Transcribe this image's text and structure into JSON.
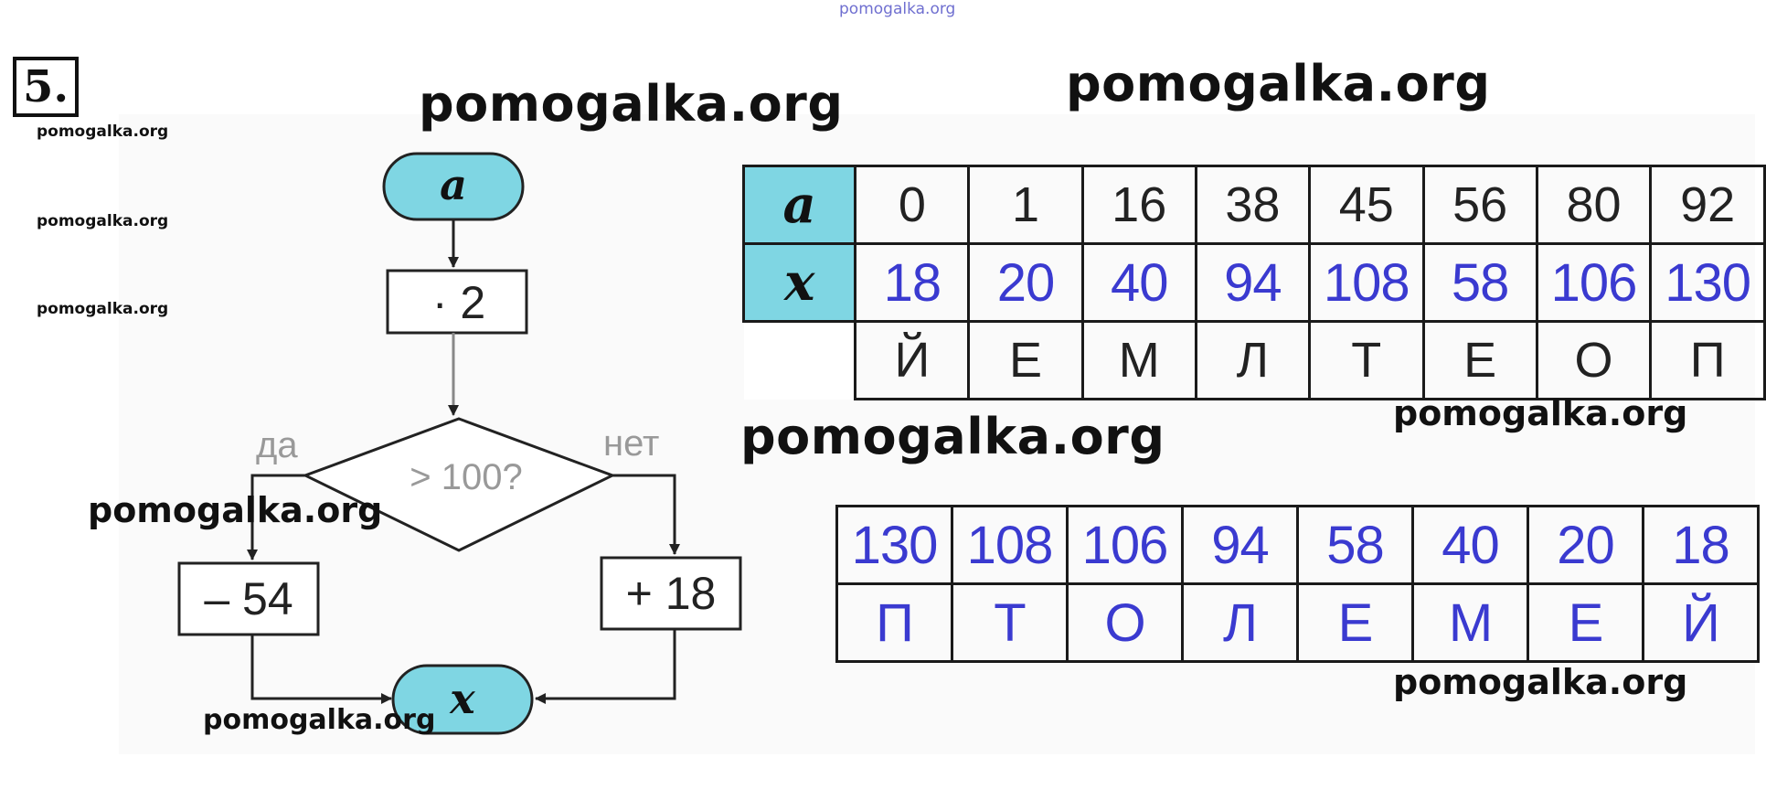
{
  "watermark": "pomogalka.org",
  "problem_number": "5.",
  "flowchart": {
    "start_label": "a",
    "step_multiply": "· 2",
    "decision": "> 100?",
    "yes_label": "да",
    "no_label": "нет",
    "yes_step": "– 54",
    "no_step": "+ 18",
    "end_label": "x",
    "fill_color": "#7fd6e3"
  },
  "table_a": {
    "row_a_header": "a",
    "row_x_header": "x",
    "a_values": [
      "0",
      "1",
      "16",
      "38",
      "45",
      "56",
      "80",
      "92"
    ],
    "x_values": [
      "18",
      "20",
      "40",
      "94",
      "108",
      "58",
      "106",
      "130"
    ],
    "letters": [
      "Й",
      "Е",
      "М",
      "Л",
      "Т",
      "Е",
      "О",
      "П"
    ]
  },
  "table_b": {
    "values": [
      "130",
      "108",
      "106",
      "94",
      "58",
      "40",
      "20",
      "18"
    ],
    "letters": [
      "П",
      "Т",
      "О",
      "Л",
      "Е",
      "М",
      "Е",
      "Й"
    ]
  },
  "colors": {
    "answer_blue": "#3a3ad0",
    "header_cyan": "#7fd6e3"
  }
}
